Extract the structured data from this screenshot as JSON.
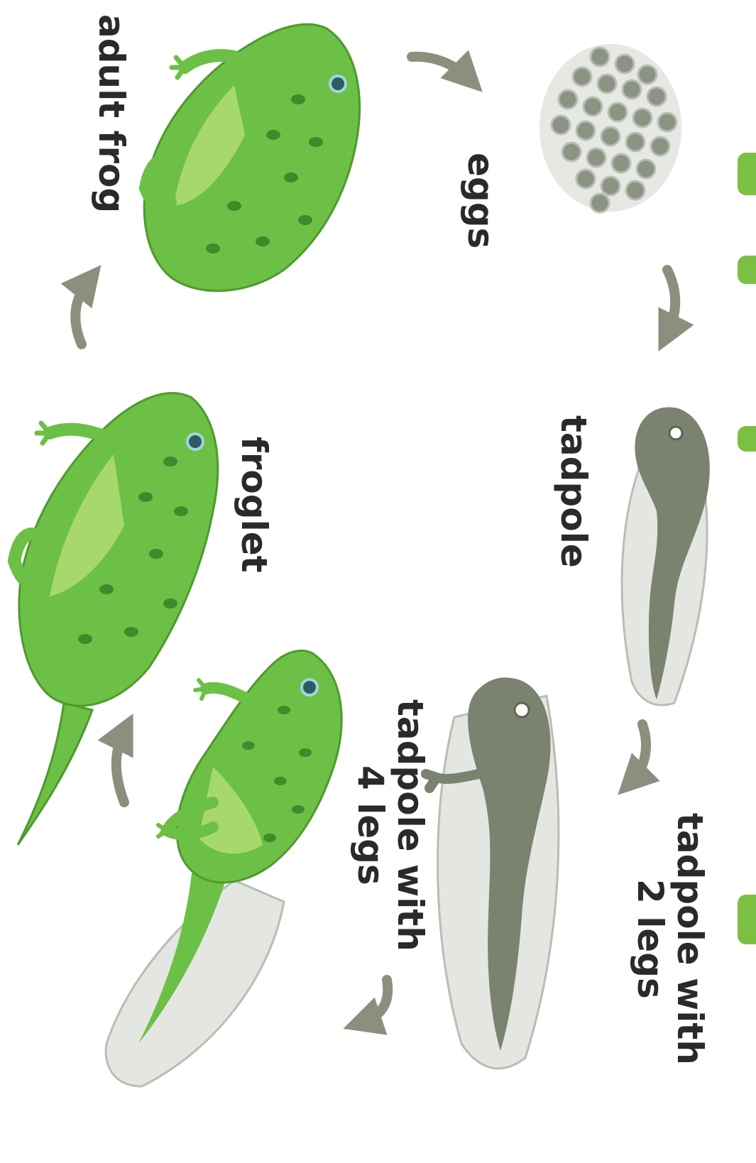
{
  "labels": {
    "eggs": "eggs",
    "tadpole": "tadpole",
    "tadpole_2_legs": [
      "tadpole with",
      "2 legs"
    ],
    "tadpole_4_legs": [
      "tadpole with",
      "4 legs"
    ],
    "froglet": "froglet",
    "adult_frog": "adult frog"
  },
  "colors": {
    "frog_green": "#6cc045",
    "frog_green_dark": "#4e9a2e",
    "frog_belly": "#a7d86e",
    "frog_spot": "#3f8a2a",
    "tadpole_gray": "#7c8270",
    "fin_gray": "#e4e6e1",
    "egg_gray": "#8c9383",
    "arrow_gray": "#8a907d",
    "text": "#2a2a2a"
  },
  "icons": [
    "eggs-illustration",
    "tadpole-illustration",
    "tadpole-2-legs-illustration",
    "tadpole-4-legs-illustration",
    "froglet-illustration",
    "adult-frog-illustration",
    "cycle-arrow-icon"
  ]
}
